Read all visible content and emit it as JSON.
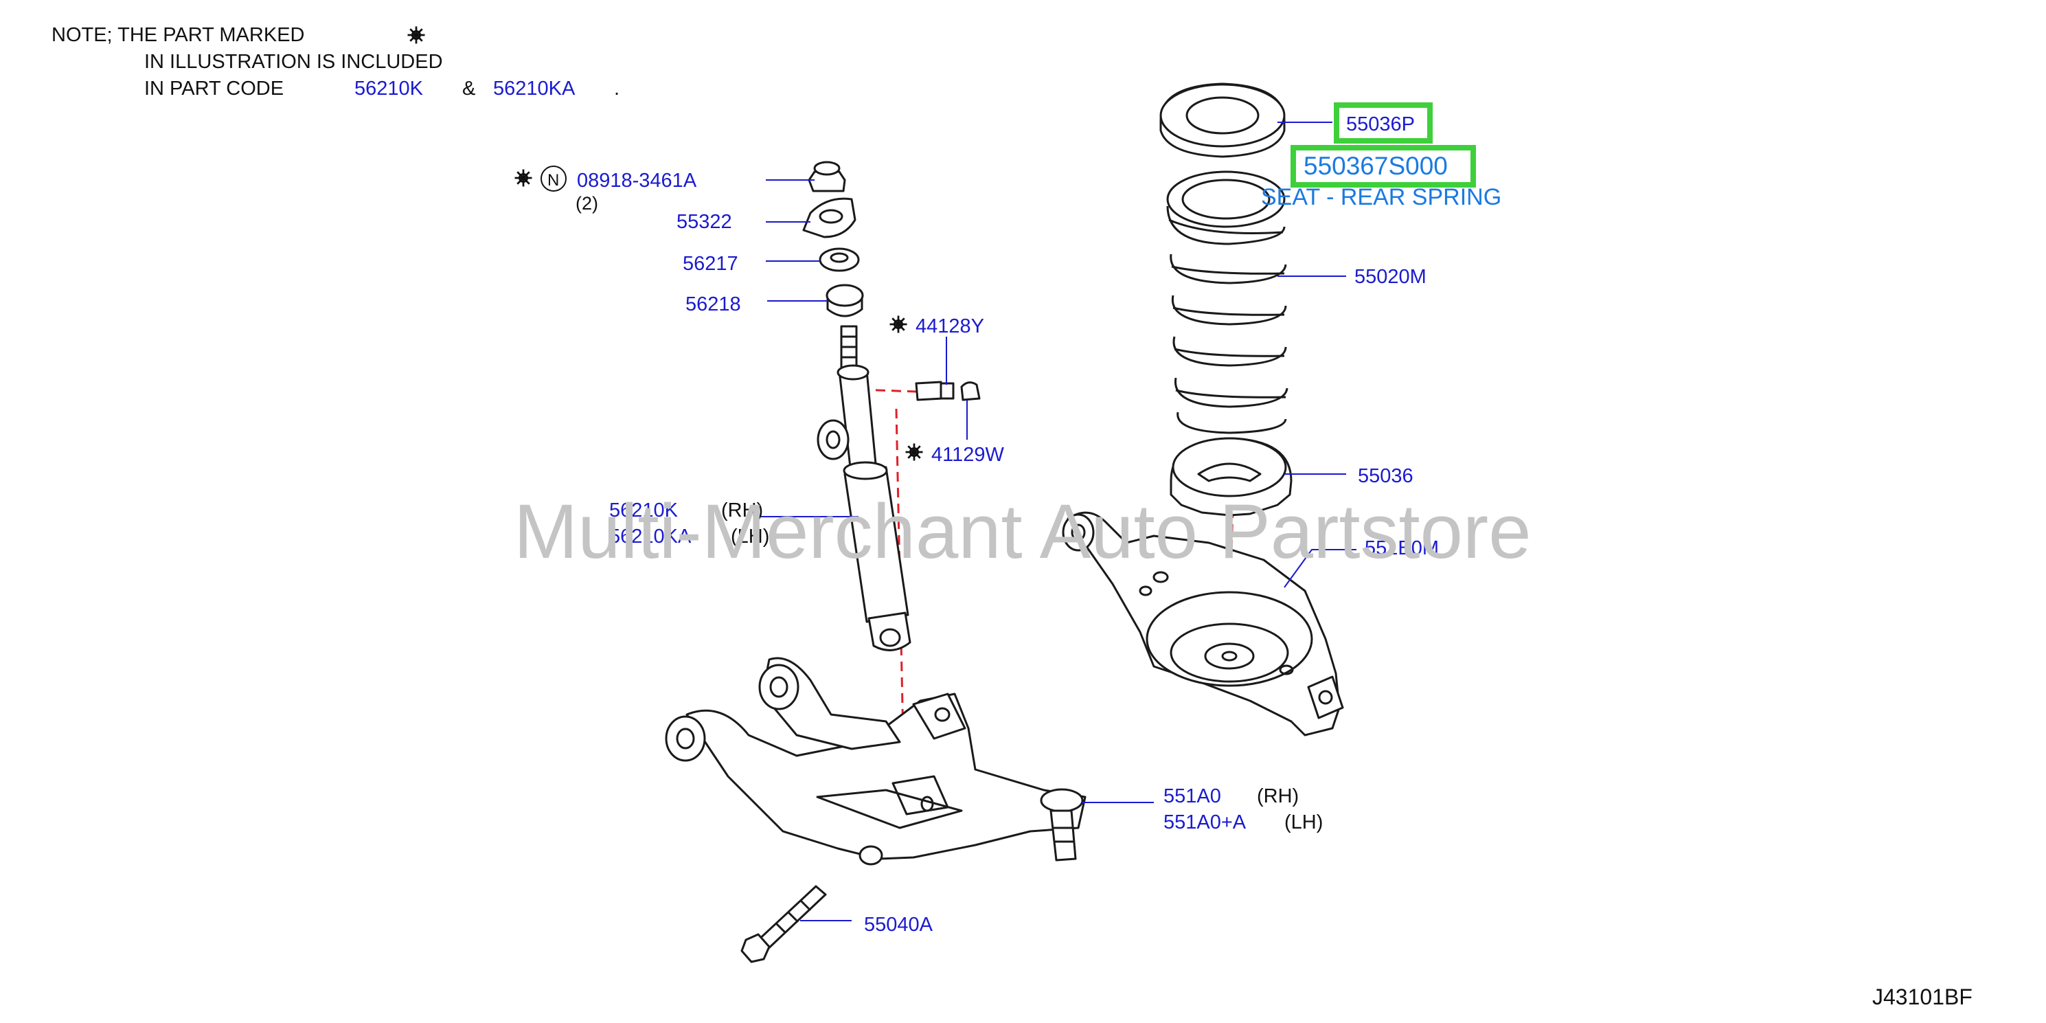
{
  "note": {
    "line1": "NOTE;  THE  PART  MARKED",
    "line2": "IN  ILLUSTRATION  IS  INCLUDED",
    "line3": "IN  PART  CODE",
    "code_a": "56210K",
    "amp": "&",
    "code_b": "56210KA",
    "period": "."
  },
  "watermark": "Multi-Merchant Auto Partstore",
  "diagram_id": "J43101BF",
  "n_mark": "N",
  "parts": {
    "p08918": {
      "code": "08918-3461A",
      "qty": "(2)"
    },
    "p55322": {
      "code": "55322"
    },
    "p56217": {
      "code": "56217"
    },
    "p56218": {
      "code": "56218"
    },
    "p44128Y": {
      "code": "44128Y"
    },
    "p41129W": {
      "code": "41129W"
    },
    "p56210K": {
      "code": "56210K",
      "side": "(RH)"
    },
    "p56210KA": {
      "code": "56210KA",
      "side": "(LH)"
    },
    "p55036P": {
      "code": "55036P"
    },
    "p550367S000": {
      "code": "550367S000",
      "desc": "SEAT - REAR SPRING"
    },
    "p55020M": {
      "code": "55020M"
    },
    "p55036": {
      "code": "55036"
    },
    "p551B0M": {
      "code": "551B0M"
    },
    "p551A0": {
      "code": "551A0",
      "side": "(RH)"
    },
    "p551A0A": {
      "code": "551A0+A",
      "side": "(LH)"
    },
    "p55040A": {
      "code": "55040A"
    }
  },
  "colors": {
    "part_label": "#1a1ad0",
    "highlight": "#3ed03a",
    "highlight_text": "#1a7ae0",
    "guide_dash": "#e0202a",
    "watermark": "#c4c4c4"
  }
}
